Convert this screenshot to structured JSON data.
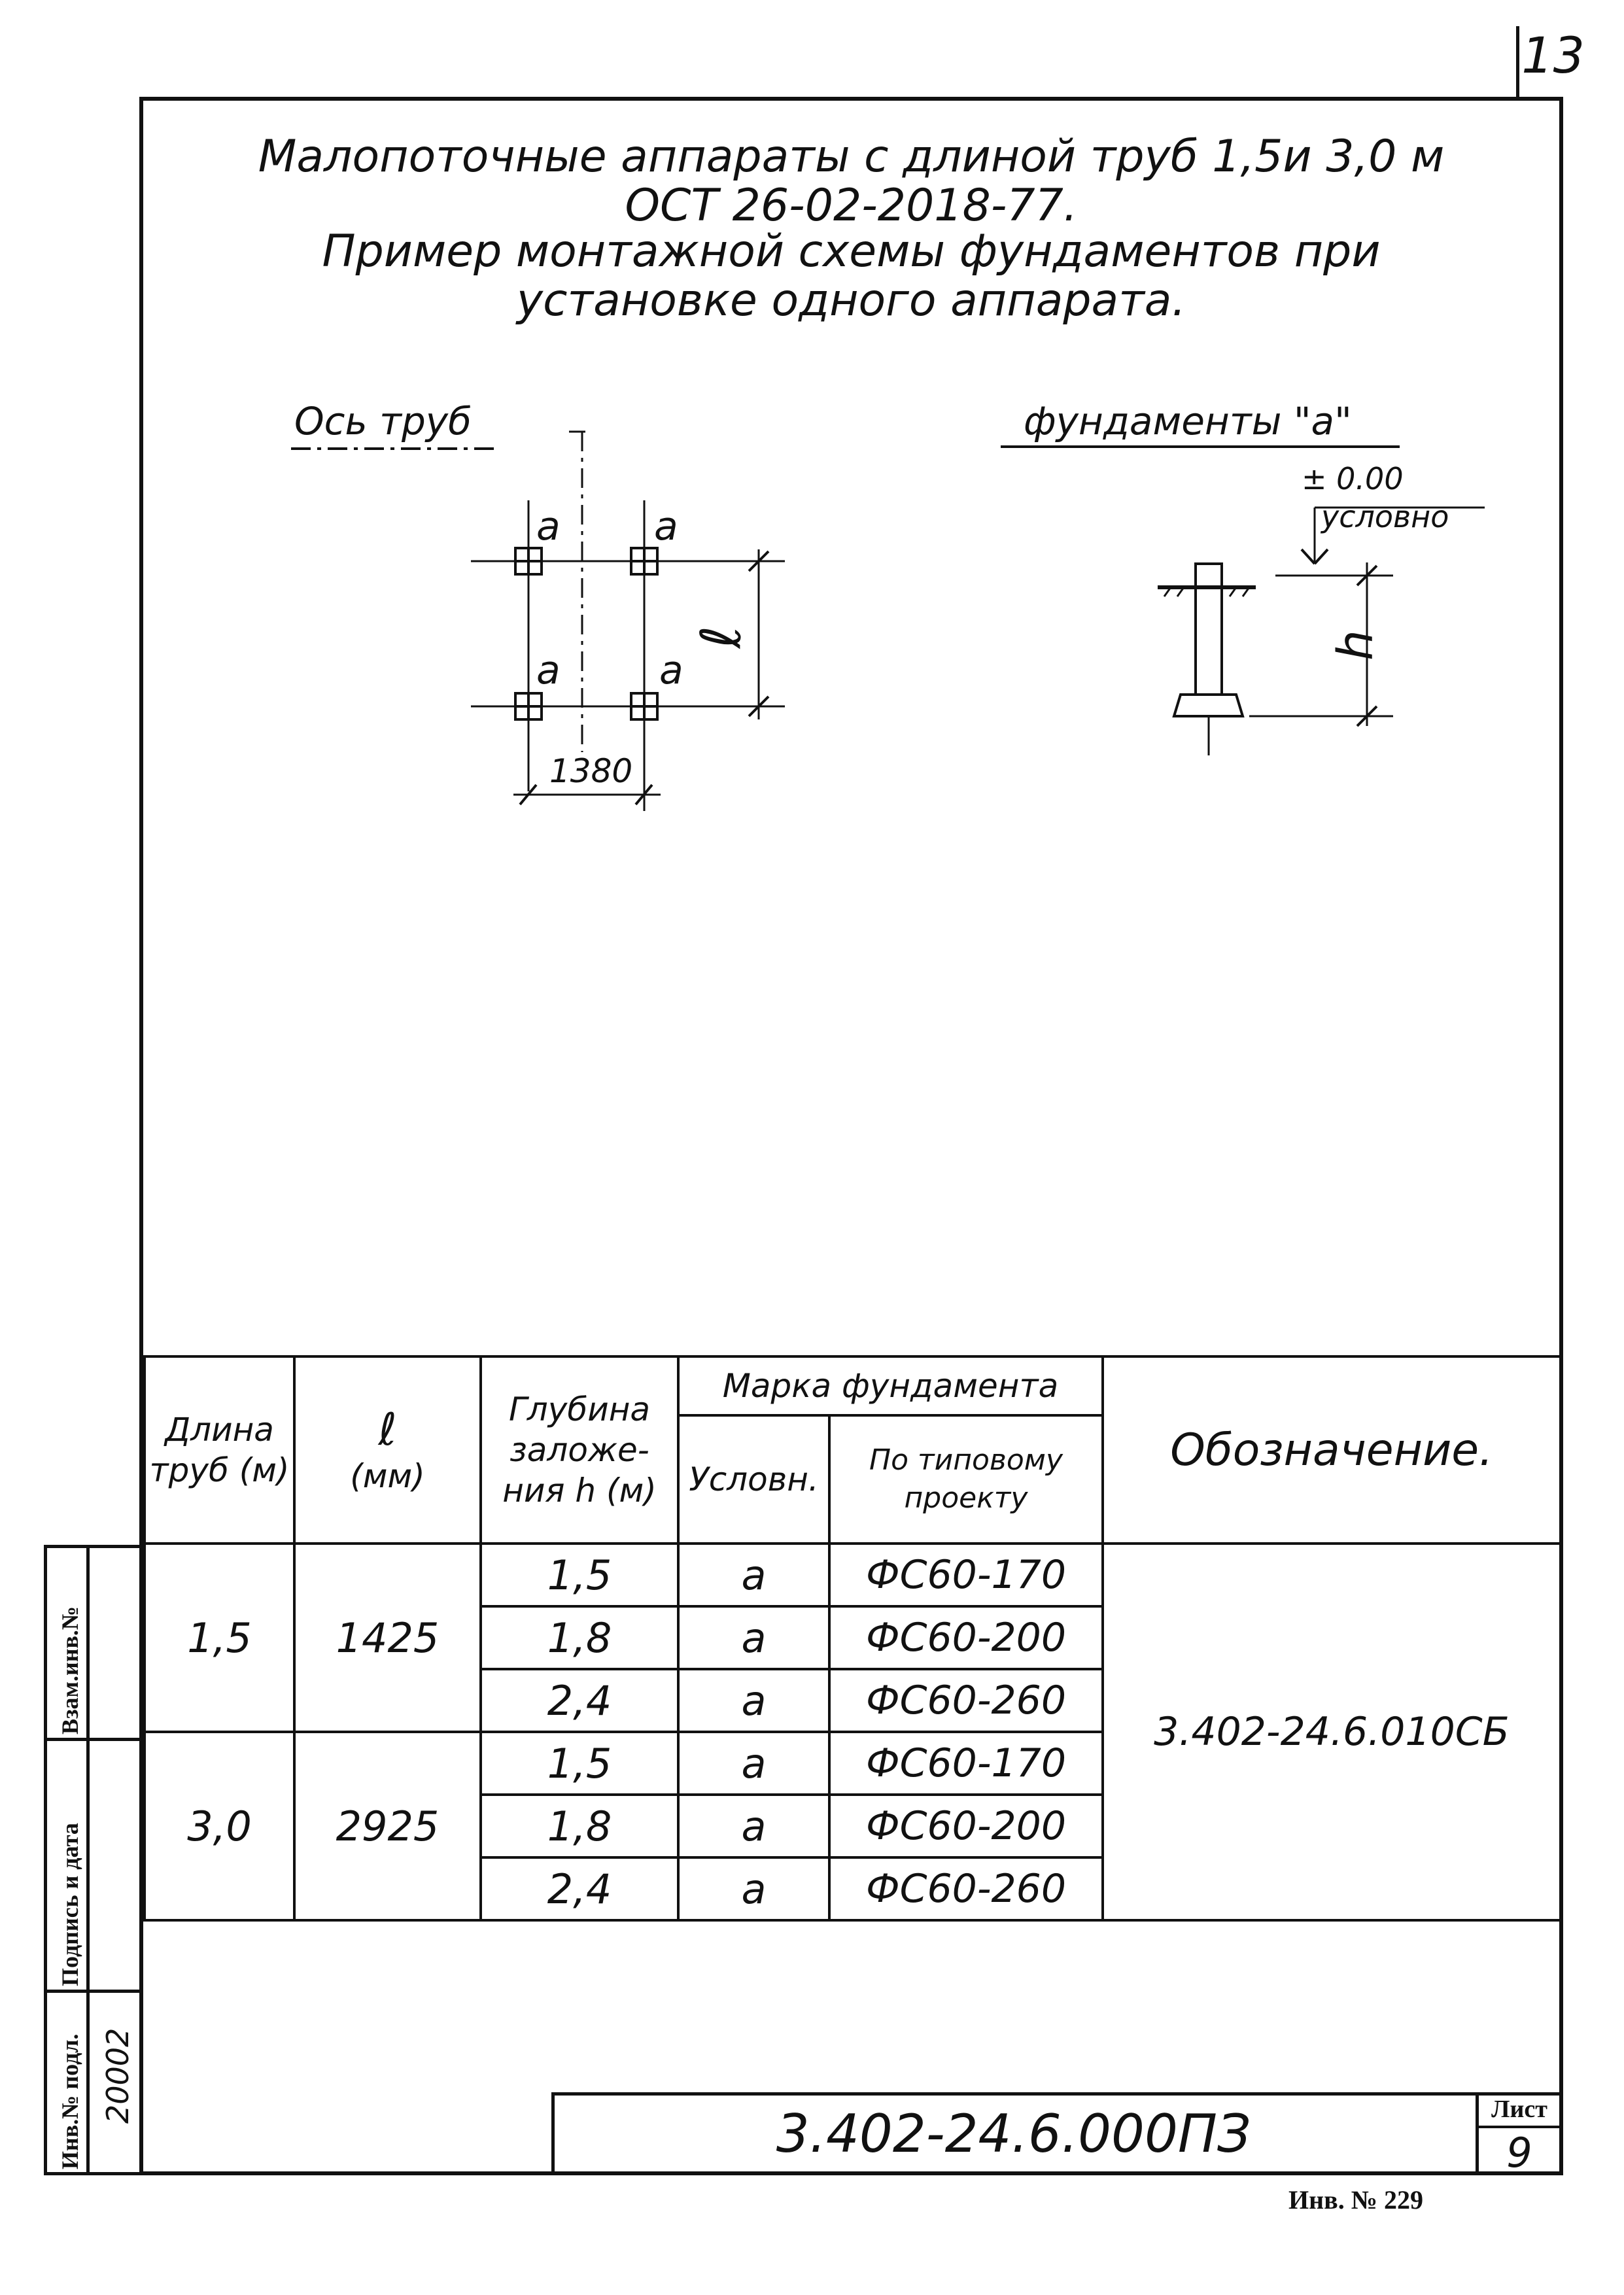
{
  "sheet_corner_number": "13",
  "title": {
    "line1": "Малопоточные аппараты с длиной труб 1,5и 3,0 м",
    "line2": "ОСТ 26-02-2018-77.",
    "line3": "Пример монтажной схемы фундаментов при",
    "line4": "установке одного аппарата."
  },
  "plan_view": {
    "heading": "Ось труб",
    "marks": [
      "a",
      "a",
      "a",
      "a"
    ],
    "dimension_vertical": "ℓ",
    "dimension_horizontal": "1380"
  },
  "section_view": {
    "heading": "фундаменты \"a\"",
    "level": "± 0.00",
    "level_note": "условно",
    "dimension": "h"
  },
  "table": {
    "headers": {
      "length": "Длина труб (м)",
      "l_symbol": "ℓ",
      "l_unit": "(мм)",
      "depth": "Глубина заложе-ния h (м)",
      "mark_group": "Марка фундамента",
      "mark_conditional": "Условн.",
      "mark_typical": "По типовому проекту",
      "designation": "Обозначение."
    },
    "groups": [
      {
        "length": "1,5",
        "l": "1425",
        "rows": [
          {
            "depth": "1,5",
            "mark": "a",
            "typical": "ФС60-170"
          },
          {
            "depth": "1,8",
            "mark": "a",
            "typical": "ФС60-200"
          },
          {
            "depth": "2,4",
            "mark": "a",
            "typical": "ФС60-260"
          }
        ]
      },
      {
        "length": "3,0",
        "l": "2925",
        "rows": [
          {
            "depth": "1,5",
            "mark": "a",
            "typical": "ФС60-170"
          },
          {
            "depth": "1,8",
            "mark": "a",
            "typical": "ФС60-200"
          },
          {
            "depth": "2,4",
            "mark": "a",
            "typical": "ФС60-260"
          }
        ]
      }
    ],
    "designation_value": "3.402-24.6.010СБ"
  },
  "side_stamp": {
    "inv_label": "Инв.№ подл.",
    "inv_value": "20002",
    "signature_label": "Подпись и дата",
    "replacement_label": "Взам.инв.№"
  },
  "title_block": {
    "doc_code": "3.402-24.6.000ПЗ",
    "sheet_label": "Лист",
    "sheet_number": "9"
  },
  "inventory_footer": "Инв. № 229"
}
